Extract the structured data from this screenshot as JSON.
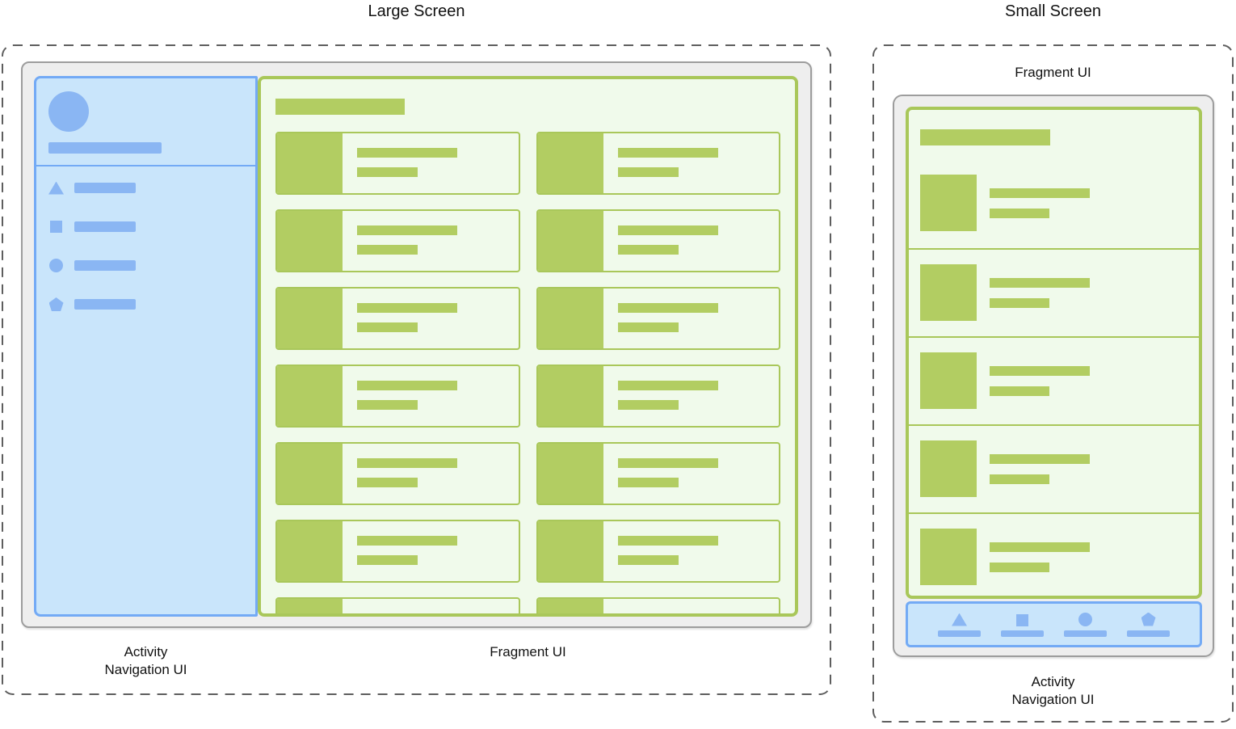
{
  "large_screen": {
    "title": "Large Screen",
    "sidebar": {
      "nav_items": [
        {
          "icon": "triangle-icon"
        },
        {
          "icon": "square-icon"
        },
        {
          "icon": "circle-icon"
        },
        {
          "icon": "pentagon-icon"
        }
      ]
    },
    "content": {
      "card_rows": 7,
      "card_columns": 2
    },
    "captions": {
      "activity_line1": "Activity",
      "activity_line2": "Navigation UI",
      "fragment": "Fragment UI"
    }
  },
  "small_screen": {
    "title": "Small Screen",
    "fragment_caption": "Fragment UI",
    "list_item_count": 5,
    "bottom_nav_items": [
      {
        "icon": "triangle-icon"
      },
      {
        "icon": "square-icon"
      },
      {
        "icon": "circle-icon"
      },
      {
        "icon": "pentagon-icon"
      }
    ],
    "captions": {
      "activity_line1": "Activity",
      "activity_line2": "Navigation UI"
    }
  },
  "colors": {
    "blue_fill": "#C9E5FB",
    "blue_accent": "#8AB6F3",
    "blue_border": "#73AAF5",
    "green_fill": "#F0FAEB",
    "green_accent": "#B2CD62",
    "green_border": "#A9C75A",
    "window_fill": "#EEEEEE",
    "window_border": "#9D9D9D",
    "dashed_border": "#5E5E5E",
    "label_text": "#111111"
  }
}
